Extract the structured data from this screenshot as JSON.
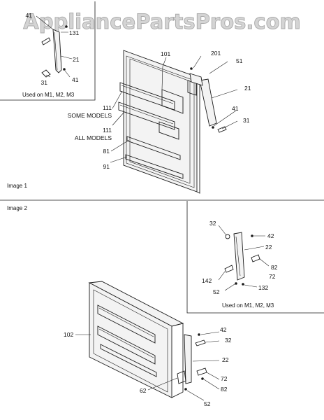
{
  "watermark": "AppliancePartsPros.com",
  "image1": {
    "label": "Image 1",
    "inset_caption": "Used on M1, M2, M3",
    "inset_callouts": {
      "c41a": "41",
      "c131": "131",
      "c21": "21",
      "c31": "31",
      "c41b": "41"
    },
    "callouts": {
      "c101": "101",
      "c201": "201",
      "c51": "51",
      "c21": "21",
      "c41": "41",
      "c31": "31",
      "c111a": "111",
      "some_models": "SOME MODELS",
      "c111b": "111",
      "all_models": "ALL MODELS",
      "c81": "81",
      "c91": "91"
    }
  },
  "image2": {
    "label": "Image 2",
    "inset_caption": "Used on M1, M2, M3",
    "inset_callouts": {
      "c32": "32",
      "c42": "42",
      "c22": "22",
      "c82": "82",
      "c72": "72",
      "c142": "142",
      "c52": "52",
      "c132": "132"
    },
    "callouts": {
      "c102": "102",
      "c42": "42",
      "c32": "32",
      "c22": "22",
      "c72": "72",
      "c62": "62",
      "c82": "82",
      "c52": "52"
    }
  },
  "colors": {
    "line": "#1a1a1a",
    "watermark_fill": "#d4d4d4",
    "watermark_stroke": "#a9a9a9"
  }
}
